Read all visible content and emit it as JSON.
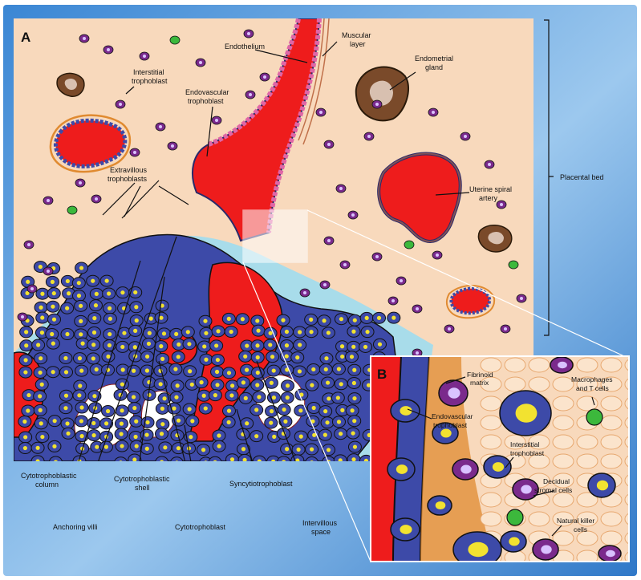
{
  "panels": {
    "a": {
      "letter": "A"
    },
    "b": {
      "letter": "B"
    }
  },
  "labels": {
    "endothelium": "Endothelium",
    "muscular_layer_1": "Muscular",
    "muscular_layer_2": "layer",
    "endometrial_gland_1": "Endometrial",
    "endometrial_gland_2": "gland",
    "interstitial_trophoblast_1": "Interstitial",
    "interstitial_trophoblast_2": "trophoblast",
    "endovascular_trophoblast_1": "Endovascular",
    "endovascular_trophoblast_2": "trophoblast",
    "extravillous_1": "Extravillous",
    "extravillous_2": "trophoblasts",
    "uterine_spiral_artery_1": "Uterine spiral",
    "uterine_spiral_artery_2": "artery",
    "placental_bed": "Placental bed",
    "cytotrophoblastic_column_1": "Cytotrophoblastic",
    "cytotrophoblastic_column_2": "column",
    "cytotrophoblastic_shell_1": "Cytotrophoblastic",
    "cytotrophoblastic_shell_2": "shell",
    "syncytiotrophoblast": "Syncytiotrophoblast",
    "anchoring_villi": "Anchoring villi",
    "cytotrophoblast": "Cytotrophoblast",
    "intervillous_space_1": "Intervillous",
    "intervillous_space_2": "space"
  },
  "inset_labels": {
    "fibrinoid_1": "Fibrinoid",
    "fibrinoid_2": "matrix",
    "macrophages_1": "Macrophages",
    "macrophages_2": "and T cells",
    "endovascular_1": "Endovascular",
    "endovascular_2": "trophoblast",
    "interstitial_1": "Interstitial",
    "interstitial_2": "trophoblast",
    "decidual_1": "Decidual",
    "decidual_2": "stromal cells",
    "nk_1": "Natural killer",
    "nk_2": "cells"
  },
  "colors": {
    "background_gradient_start": "#2f7fd0",
    "background_gradient_end": "#d9ecfb",
    "decidua": "#f8d9bc",
    "artery_blood": "#ee1c1c",
    "trophoblast": "#3d4aa8",
    "nucleus": "#f2e230",
    "endothelium": "#e066a6",
    "interstitial_cell": "#7a2a8c",
    "intervillous": "#a8dcea",
    "gland": "#7a4a2a",
    "muscle": "#c0704a",
    "fibrinoid": "#e08a30",
    "macrophage": "#3cb83c"
  }
}
